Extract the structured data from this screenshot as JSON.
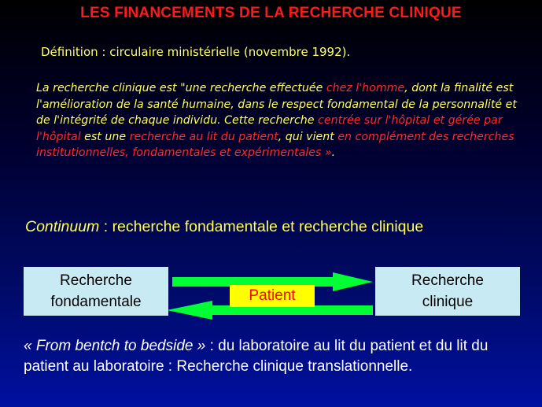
{
  "title": "LES FINANCEMENTS DE LA RECHERCHE CLINIQUE",
  "definition": "Définition : circulaire ministérielle (novembre 1992).",
  "quote": [
    {
      "text": "La recherche clinique est ",
      "color": "yellow"
    },
    {
      "text": "\"une recherche effectuée ",
      "color": "yellow"
    },
    {
      "text": "chez l'homme",
      "color": "red"
    },
    {
      "text": ", dont la finalité est l'amélioration de la santé humaine, dans le respect fondamental de la personnalité et de l'intégrité de chaque individu. Cette recherche ",
      "color": "yellow"
    },
    {
      "text": "centrée sur l'hôpital et gérée par l'hôpital",
      "color": "red"
    },
    {
      "text": " est une ",
      "color": "yellow"
    },
    {
      "text": "recherche au lit du patient",
      "color": "red"
    },
    {
      "text": ", qui vient ",
      "color": "yellow"
    },
    {
      "text": "en complément des recherches institutionnelles, fondamentales et expérimentales »",
      "color": "red"
    },
    {
      "text": ".",
      "color": "yellow"
    }
  ],
  "continuum": {
    "term": "Continuum",
    "rest": " : recherche fondamentale et recherche clinique"
  },
  "diagram": {
    "left_box": [
      "Recherche",
      "fondamentale"
    ],
    "right_box": [
      "Recherche",
      "clinique"
    ],
    "center_label": "Patient",
    "arrow_color": "#00ff33"
  },
  "bottom": {
    "italic": "« From bentch to bedside »",
    "rest": " : du laboratoire au lit du patient et du lit du patient au laboratoire : Recherche clinique translationnelle."
  },
  "colors": {
    "title": "#ff1a1a",
    "yellow": "#ffff55",
    "red": "#ff2a2a",
    "box": "#c8eaf3",
    "patient_bg": "#ffff00",
    "patient_text": "#ff0000"
  }
}
